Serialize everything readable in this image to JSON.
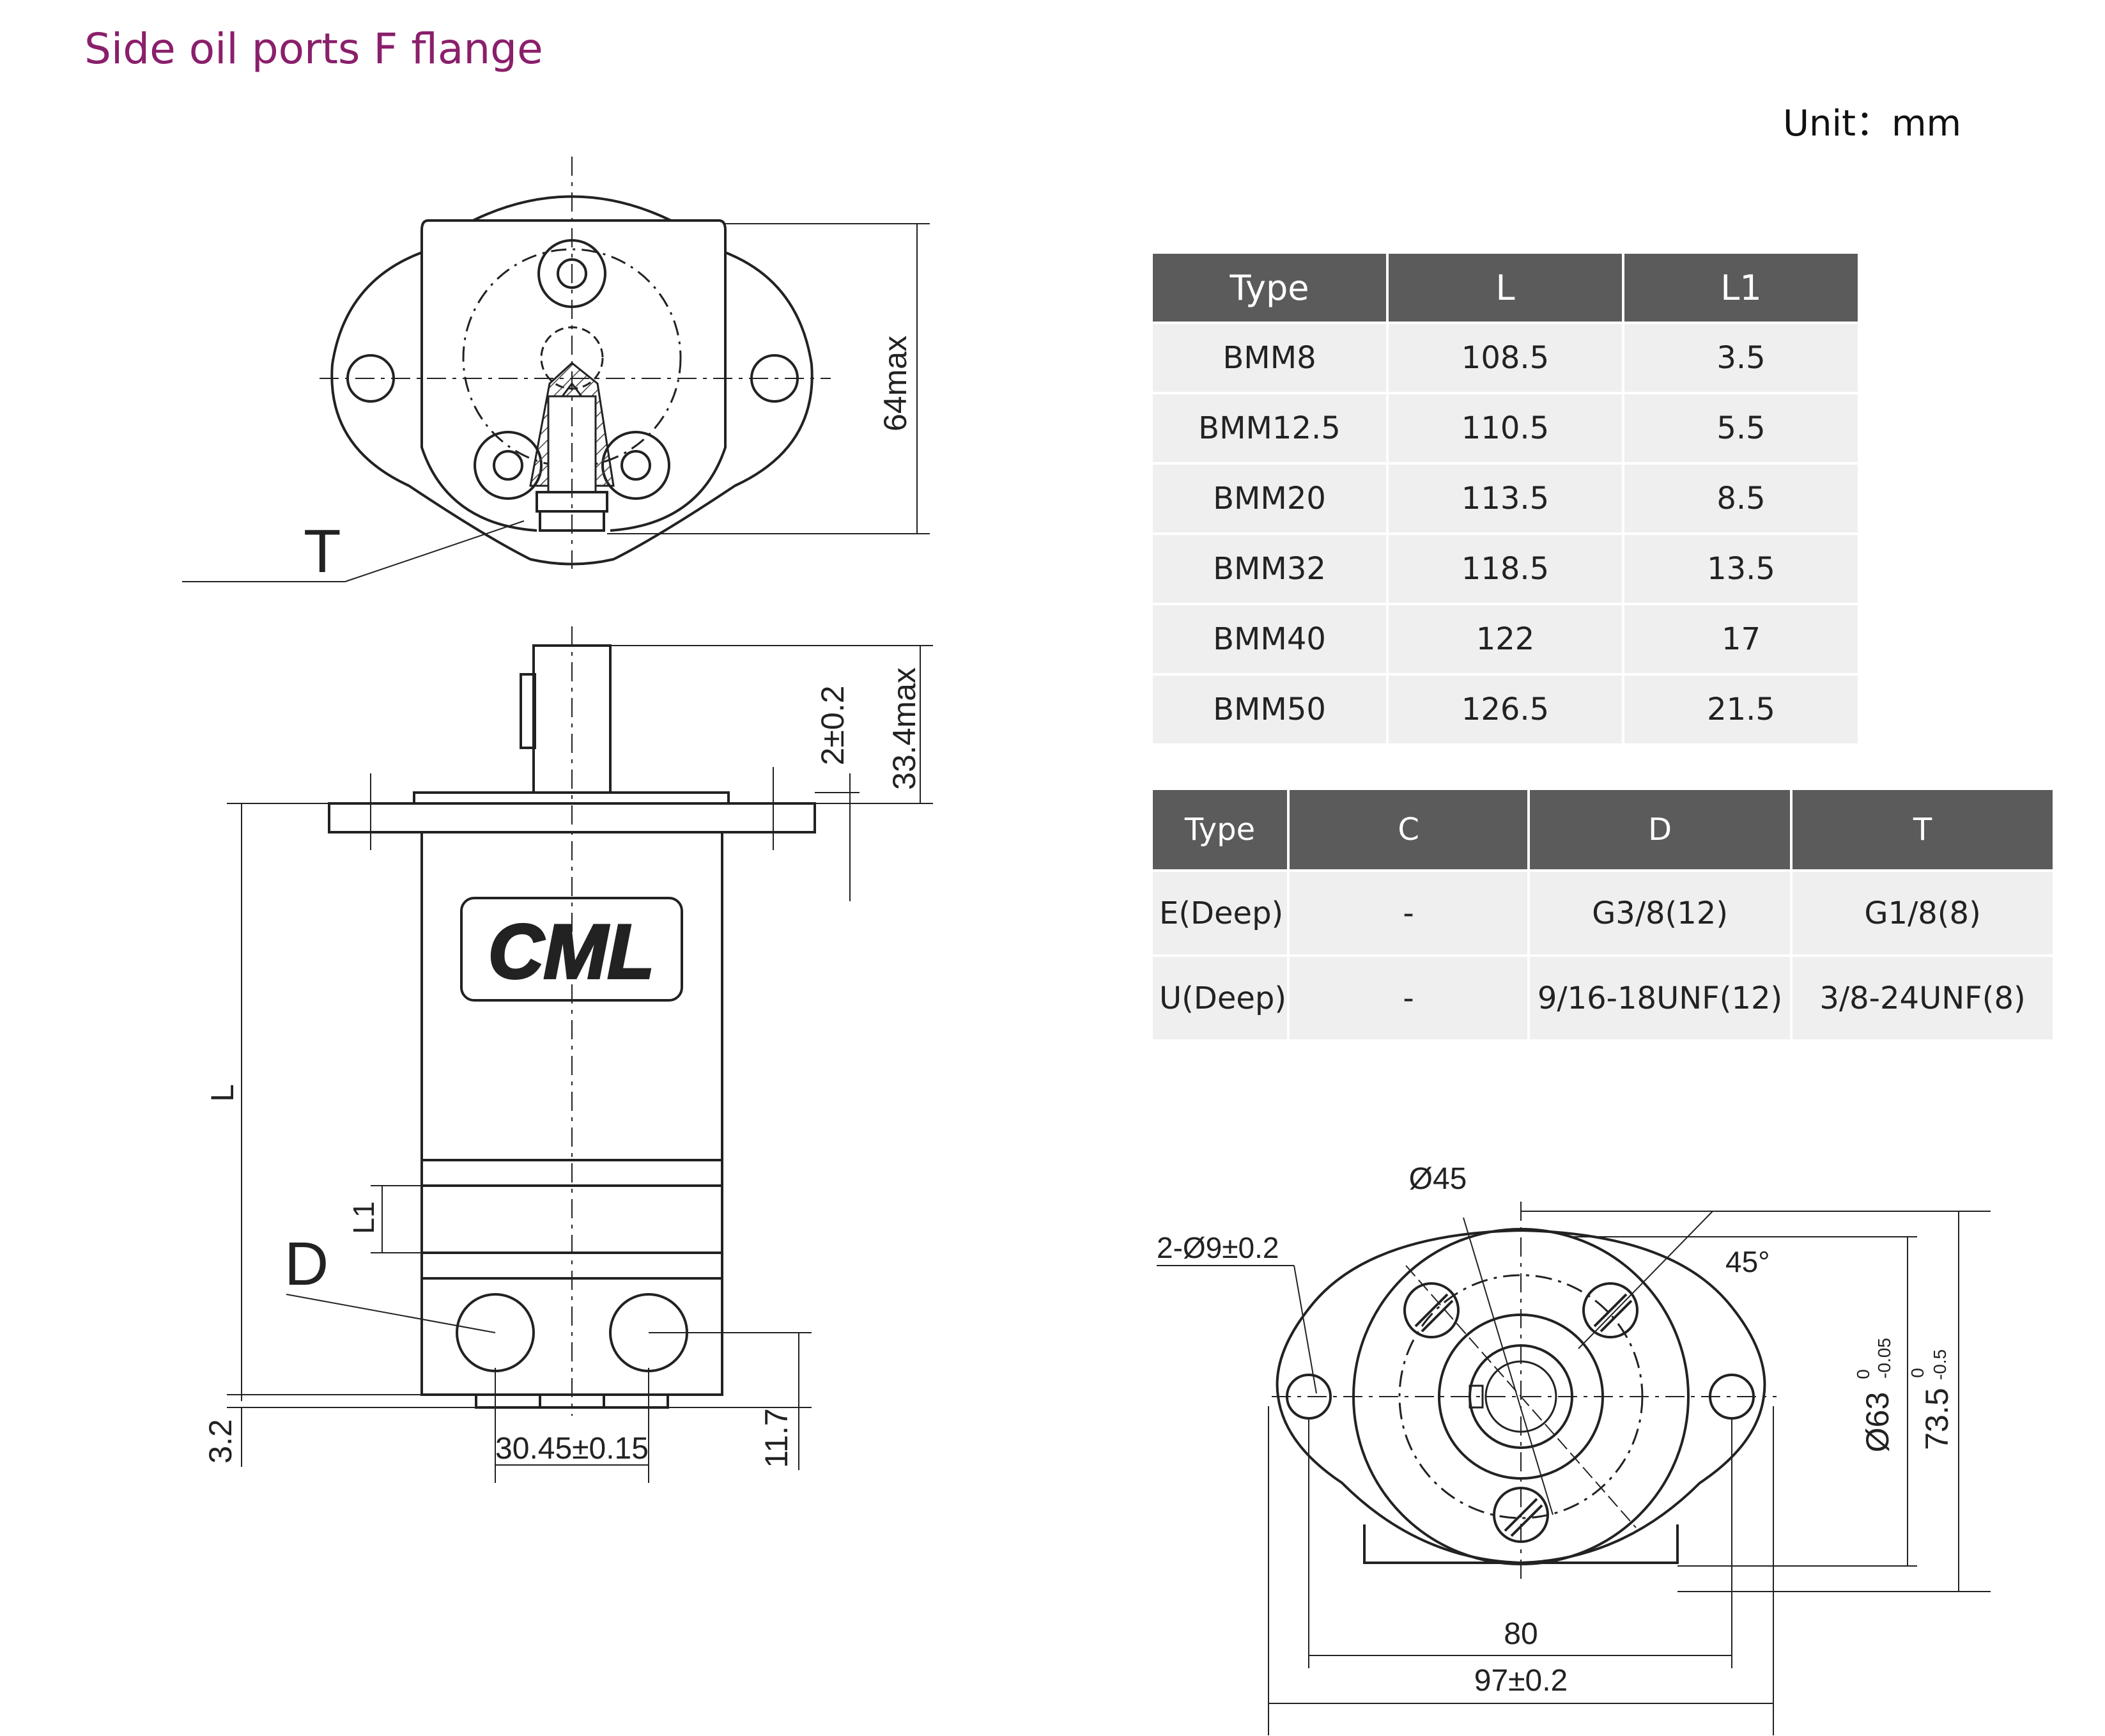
{
  "title": "Side oil ports F flange",
  "unit_label": "Unit：mm",
  "table1": {
    "headers": [
      "Type",
      "L",
      "L1"
    ],
    "rows": [
      [
        "BMM8",
        "108.5",
        "3.5"
      ],
      [
        "BMM12.5",
        "110.5",
        "5.5"
      ],
      [
        "BMM20",
        "113.5",
        "8.5"
      ],
      [
        "BMM32",
        "118.5",
        "13.5"
      ],
      [
        "BMM40",
        "122",
        "17"
      ],
      [
        "BMM50",
        "126.5",
        "21.5"
      ]
    ]
  },
  "table2": {
    "headers": [
      "Type",
      "C",
      "D",
      "T"
    ],
    "rows": [
      [
        "E(Deep)",
        "-",
        "G3/8(12)",
        "G1/8(8)"
      ],
      [
        "U(Deep)",
        "-",
        "9/16-18UNF(12)",
        "3/8-24UNF(8)"
      ]
    ]
  },
  "drawing_labels": {
    "dim_64max": "64max",
    "label_T": "T",
    "dim_2": "2±0.2",
    "dim_33_4": "33.4max",
    "dim_L": "L",
    "dim_L1": "L1",
    "label_D": "D",
    "logo": "CML",
    "dim_3_2": "3.2",
    "dim_30_45": "30.45±0.15",
    "dim_11_7": "11.7",
    "dim_d45": "Ø45",
    "dim_holes": "2-Ø9±0.2",
    "dim_45deg": "45°",
    "dim_d63": "Ø63",
    "tol_d63_upper": "0",
    "tol_d63_lower": "-0.05",
    "dim_73_5": "73.5",
    "tol_73_5_upper": "0",
    "tol_73_5_lower": "-0.5",
    "dim_80": "80",
    "dim_97": "97±0.2"
  }
}
